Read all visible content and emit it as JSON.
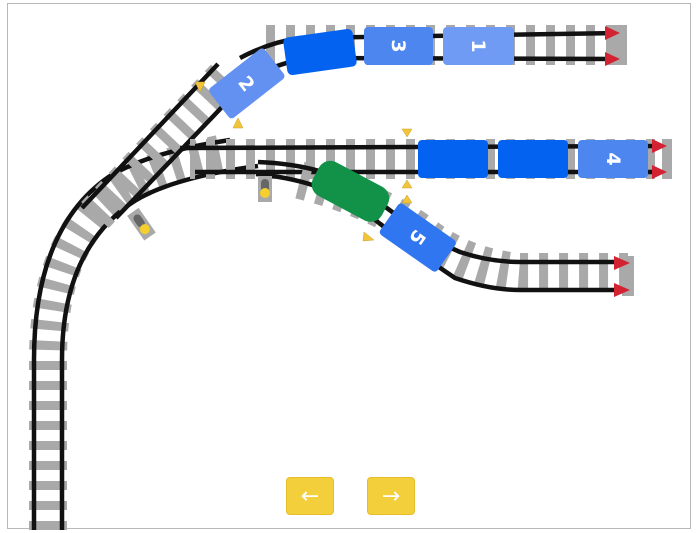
{
  "colors": {
    "car_dark_blue": "#0462f0",
    "car_mid_blue": "#4e86f0",
    "car_light_blue": "#6f9bf4",
    "car_blue_2": "#6391f2",
    "car_5_blue": "#2f76f0",
    "engine_green": "#129148",
    "buffer_red": "#d32332",
    "switch_yellow": "#f2c43a",
    "tie_gray": "#a9a9a9",
    "rail_black": "#111111",
    "button_yellow": "#f4cf3c"
  },
  "cars": [
    {
      "id": "car-1",
      "label": "1",
      "track": "top"
    },
    {
      "id": "car-2",
      "label": "2",
      "track": "top-diagonal"
    },
    {
      "id": "car-3",
      "label": "3",
      "track": "top"
    },
    {
      "id": "car-top-unlabeled",
      "label": "",
      "track": "top"
    },
    {
      "id": "car-4",
      "label": "4",
      "track": "middle"
    },
    {
      "id": "car-mid-unlabeled-a",
      "label": "",
      "track": "middle"
    },
    {
      "id": "car-mid-unlabeled-b",
      "label": "",
      "track": "middle"
    },
    {
      "id": "car-5",
      "label": "5",
      "track": "bottom"
    }
  ],
  "engine": {
    "id": "engine",
    "color": "green"
  },
  "controls": {
    "back_label": "←",
    "forward_label": "→"
  },
  "icons": {
    "back": "arrow-left-icon",
    "forward": "arrow-right-icon",
    "buffer": "buffer-stop-icon",
    "signal": "signal-light-icon",
    "switch_marker": "switch-marker-icon"
  }
}
